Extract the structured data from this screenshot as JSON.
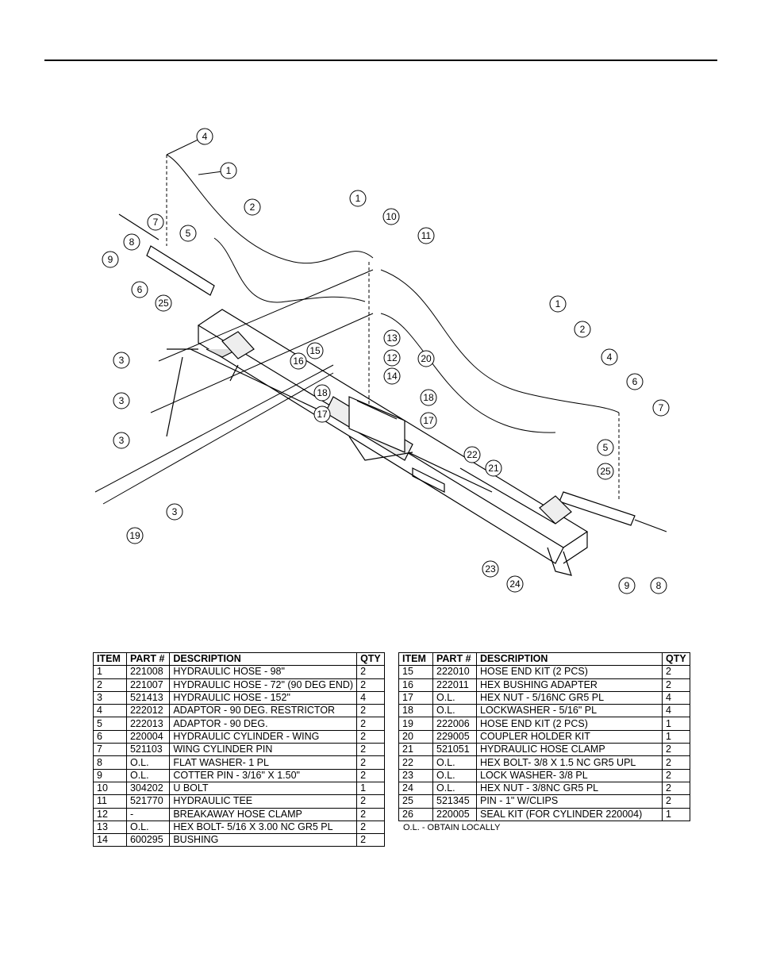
{
  "callouts": [
    "1",
    "2",
    "3",
    "4",
    "5",
    "6",
    "7",
    "8",
    "9",
    "10",
    "11",
    "12",
    "13",
    "14",
    "15",
    "16",
    "17",
    "18",
    "19",
    "20",
    "21",
    "22",
    "23",
    "24",
    "25"
  ],
  "table_headers": {
    "item": "ITEM",
    "part": "PART #",
    "description": "DESCRIPTION",
    "qty": "QTY"
  },
  "parts_left": [
    {
      "item": "1",
      "part": "221008",
      "desc": "HYDRAULIC HOSE - 98\"",
      "qty": "2"
    },
    {
      "item": "2",
      "part": "221007",
      "desc": "HYDRAULIC HOSE - 72\" (90 DEG END)",
      "qty": "2"
    },
    {
      "item": "3",
      "part": "521413",
      "desc": "HYDRAULIC HOSE - 152\"",
      "qty": "4"
    },
    {
      "item": "4",
      "part": "222012",
      "desc": "ADAPTOR - 90 DEG. RESTRICTOR",
      "qty": "2"
    },
    {
      "item": "5",
      "part": "222013",
      "desc": "ADAPTOR - 90 DEG.",
      "qty": "2"
    },
    {
      "item": "6",
      "part": "220004",
      "desc": "HYDRAULIC  CYLINDER - WING",
      "qty": "2"
    },
    {
      "item": "7",
      "part": "521103",
      "desc": "WING CYLINDER PIN",
      "qty": "2"
    },
    {
      "item": "8",
      "part": "O.L.",
      "desc": "FLAT WASHER- 1 PL",
      "qty": "2"
    },
    {
      "item": "9",
      "part": "O.L.",
      "desc": "COTTER PIN - 3/16\" X 1.50\"",
      "qty": "2"
    },
    {
      "item": "10",
      "part": "304202",
      "desc": "U BOLT",
      "qty": "1"
    },
    {
      "item": "11",
      "part": "521770",
      "desc": "HYDRAULIC TEE",
      "qty": "2"
    },
    {
      "item": "12",
      "part": "-",
      "desc": "BREAKAWAY HOSE CLAMP",
      "qty": "2"
    },
    {
      "item": "13",
      "part": "O.L.",
      "desc": "HEX BOLT- 5/16 X 3.00 NC GR5 PL",
      "qty": "2"
    },
    {
      "item": "14",
      "part": "600295",
      "desc": "BUSHING",
      "qty": "2"
    }
  ],
  "parts_right": [
    {
      "item": "15",
      "part": "222010",
      "desc": "HOSE END KIT (2 PCS)",
      "qty": "2"
    },
    {
      "item": "16",
      "part": "222011",
      "desc": "HEX BUSHING ADAPTER",
      "qty": "2"
    },
    {
      "item": "17",
      "part": "O.L.",
      "desc": "HEX NUT - 5/16NC GR5 PL",
      "qty": "4"
    },
    {
      "item": "18",
      "part": "O.L.",
      "desc": "LOCKWASHER - 5/16\" PL",
      "qty": "4"
    },
    {
      "item": "19",
      "part": "222006",
      "desc": "HOSE END KIT (2 PCS)",
      "qty": "1"
    },
    {
      "item": "20",
      "part": "229005",
      "desc": "COUPLER HOLDER KIT",
      "qty": "1"
    },
    {
      "item": "21",
      "part": "521051",
      "desc": "HYDRAULIC HOSE CLAMP",
      "qty": "2"
    },
    {
      "item": "22",
      "part": "O.L.",
      "desc": "HEX BOLT- 3/8 X 1.5 NC GR5 UPL",
      "qty": "2"
    },
    {
      "item": "23",
      "part": "O.L.",
      "desc": "LOCK WASHER- 3/8 PL",
      "qty": "2"
    },
    {
      "item": "24",
      "part": "O.L.",
      "desc": "HEX NUT - 3/8NC GR5 PL",
      "qty": "2"
    },
    {
      "item": "25",
      "part": "521345",
      "desc": "PIN - 1\" W/CLIPS",
      "qty": "2"
    },
    {
      "item": "26",
      "part": "220005",
      "desc": "SEAL KIT (FOR CYLINDER 220004)",
      "qty": "1"
    }
  ],
  "note": "O.L. - OBTAIN LOCALLY"
}
